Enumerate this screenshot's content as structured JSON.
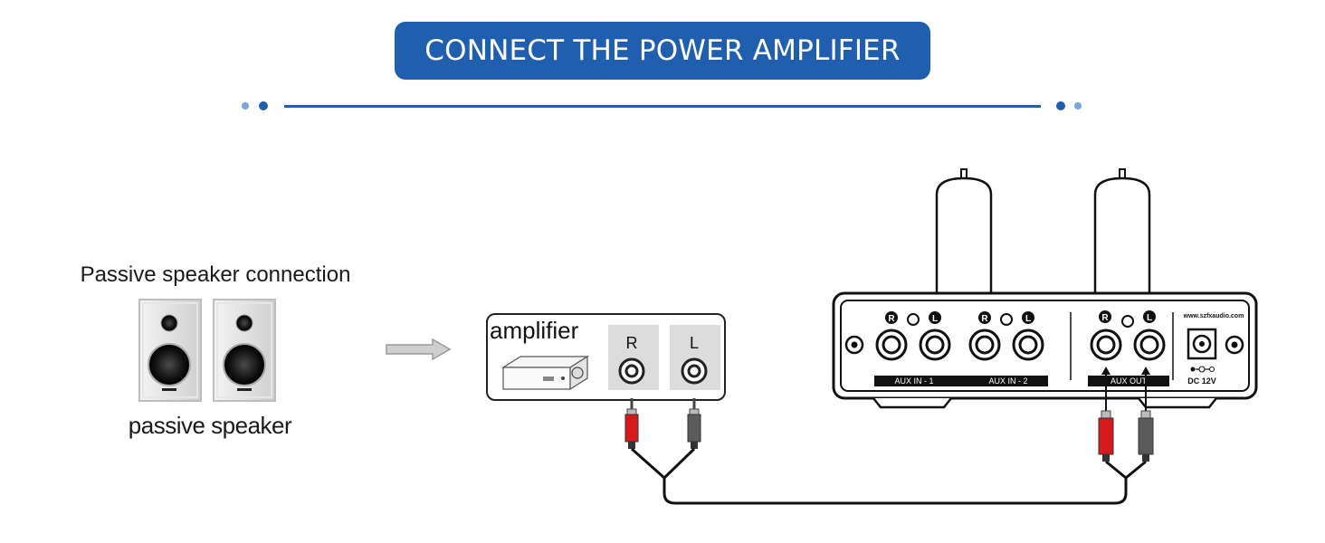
{
  "header": {
    "title": "CONNECT THE POWER AMPLIFIER"
  },
  "colors": {
    "brand_blue": "#1f5fae",
    "dot_light": "#7aa6d8",
    "plug_red": "#d7191c",
    "plug_gray": "#5b5b5b"
  },
  "left_panel": {
    "heading": "Passive speaker connection",
    "caption": "passive speaker"
  },
  "amplifier_box": {
    "label": "amplifier",
    "right_channel": "R",
    "left_channel": "L"
  },
  "preamp": {
    "aux_in_1": "AUX IN - 1",
    "aux_in_2": "AUX IN - 2",
    "aux_out": "AUX OUT",
    "website": "www.szfxaudio.com",
    "dc": "DC 12V",
    "badge_r": "R",
    "badge_l": "L"
  }
}
